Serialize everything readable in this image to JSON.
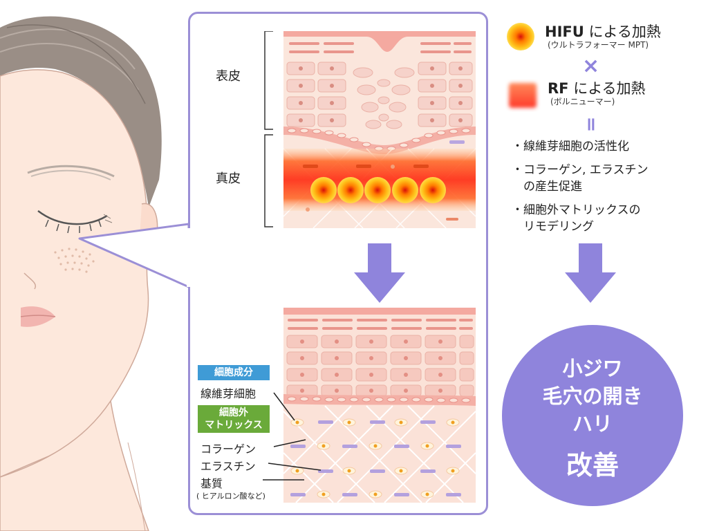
{
  "layers": {
    "epidermis": "表皮",
    "dermis": "真皮"
  },
  "legend": {
    "hifu": {
      "title_latin": "HIFU",
      "title_jp": " による加熱",
      "sub": "(ウルトラフォーマー MPT)"
    },
    "times": "×",
    "rf": {
      "title_latin": "RF",
      "title_jp": " による加熱",
      "sub": "(ボルニューマー)"
    },
    "equals": "॥"
  },
  "effects": [
    "・線維芽細胞の活性化",
    "・コラーゲン, エラスチン",
    "　の産生促進",
    "・細胞外マトリックスの",
    "　リモデリング"
  ],
  "tags": {
    "cell_components": "細胞成分",
    "ecm_line1": "細胞外",
    "ecm_line2": "マトリックス"
  },
  "parts": {
    "fibroblast": "線維芽細胞",
    "collagen": "コラーゲン",
    "elastin": "エラスチン",
    "matrix": "基質",
    "matrix_note": "( ヒアルロン酸など)"
  },
  "result": {
    "line1": "小ジワ",
    "line2": "毛穴の開き",
    "line3": "ハリ",
    "line4": "改善"
  },
  "colors": {
    "accent_purple": "#8f84dc",
    "panel_border": "#9b8fd6",
    "tag_blue": "#3f9bd6",
    "tag_green": "#6aaa3a",
    "heat_red": "#ff3a1a",
    "heat_orange": "#ffb000",
    "skin_pink": "#f7c9c0"
  }
}
